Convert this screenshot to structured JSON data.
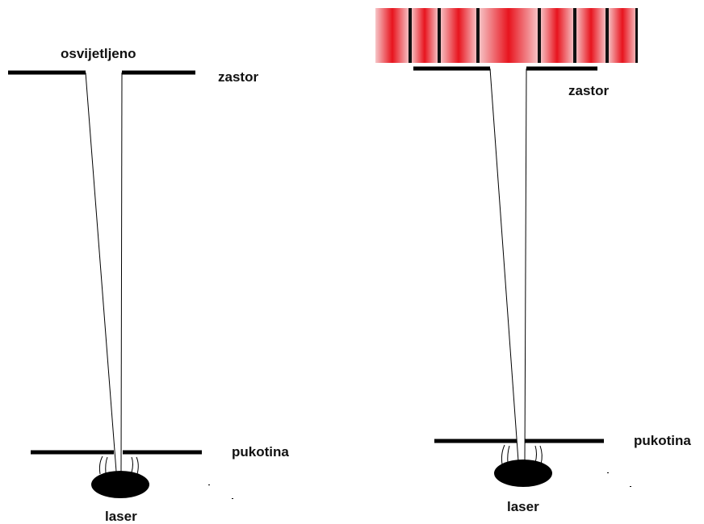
{
  "left_panel": {
    "illuminated_label": "osvijetljeno",
    "screen_label": "zastor",
    "slit_label": "pukotina",
    "laser_label": "laser"
  },
  "right_panel": {
    "screen_label": "zastor",
    "slit_label": "pukotina",
    "laser_label": "laser"
  },
  "colors": {
    "fringe_red": "#e8141e",
    "fringe_pale": "#f6c6c8",
    "ink": "#000000"
  }
}
